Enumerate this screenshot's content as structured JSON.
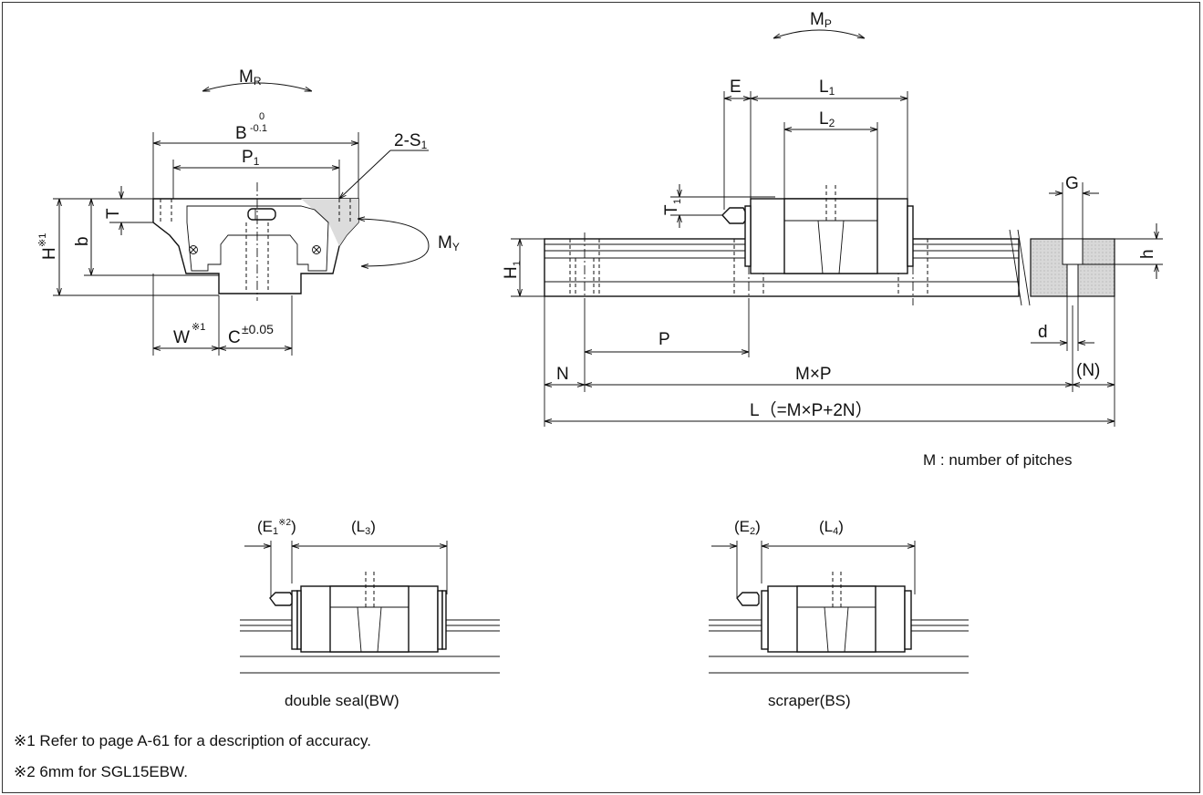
{
  "labels": {
    "mr": "M",
    "mr_sub": "R",
    "mp": "M",
    "mp_sub": "P",
    "my": "M",
    "my_sub": "Y",
    "b_width": "B",
    "b_tol_upper": "0",
    "b_tol_lower": "-0.1",
    "two_s1": "2-S",
    "two_s1_sub": "1",
    "p1": "P",
    "p1_sub": "1",
    "t": "T",
    "b_small": "b",
    "h": "H",
    "h_note": "※1",
    "w": "W",
    "w_note": "※1",
    "c": "C",
    "c_tol": "±0.05",
    "e": "E",
    "l1": "L",
    "l1_sub": "1",
    "l2": "L",
    "l2_sub": "2",
    "t1": "T",
    "t1_sub": "1",
    "h1": "H",
    "h1_sub": "1",
    "g": "G",
    "h_small": "h",
    "d": "d",
    "p": "P",
    "n": "N",
    "mxp": "M×P",
    "n_paren": "(N)",
    "l_formula": "L（=M×P+2N）",
    "pitch_note": "M : number of pitches",
    "e1_open": "(E",
    "e1_sub": "1",
    "e1_note": "※2",
    "e1_close": ")",
    "l3_open": "(L",
    "l3_sub": "3",
    "l3_close": ")",
    "e2_open": "(E",
    "e2_sub": "2",
    "e2_close": ")",
    "l4_open": "(L",
    "l4_sub": "4",
    "l4_close": ")",
    "caption_bw": "double seal(BW)",
    "caption_bs": "scraper(BS)"
  },
  "footnotes": {
    "note1": "※1 Refer to page A-61 for a description of accuracy.",
    "note2": "※2 6mm for SGL15EBW."
  }
}
